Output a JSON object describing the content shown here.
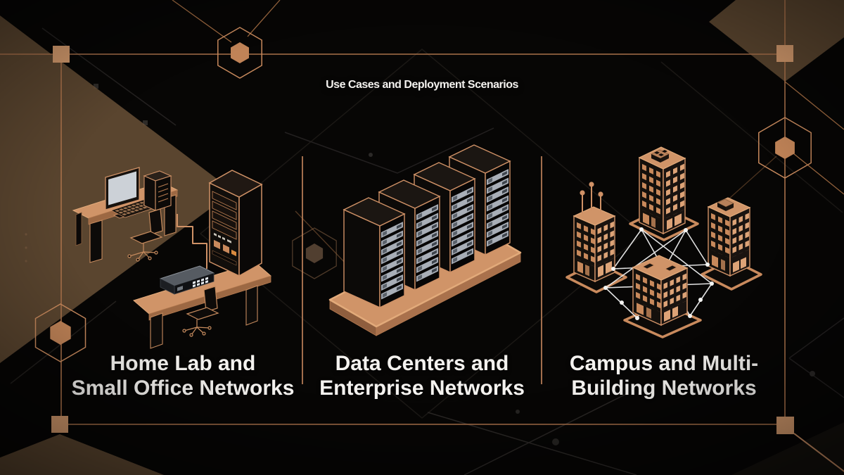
{
  "slide": {
    "title": "Use Cases and Deployment Scenarios",
    "columns": [
      {
        "id": "home-lab",
        "label_line1": "Home Lab and",
        "label_line2": "Small Office Networks",
        "illustration_icon": "isometric-desks-monitor-switch-server-tower-icon"
      },
      {
        "id": "data-center",
        "label_line1": "Data Centers and",
        "label_line2": "Enterprise Networks",
        "illustration_icon": "isometric-server-rack-row-icon"
      },
      {
        "id": "campus",
        "label_line1": "Campus and Multi-",
        "label_line2": "Building Networks",
        "illustration_icon": "isometric-buildings-mesh-network-icon"
      }
    ],
    "decor": {
      "hexagon_icons": [
        "hexagon-top-left",
        "hexagon-right",
        "hexagon-bottom-left",
        "hexagon-center-faint"
      ],
      "corner_nodes": 4
    },
    "colors": {
      "background": "#070605",
      "copper": "#cf9166",
      "copper_fill": "#d09468",
      "copper_dark": "#9c6843",
      "frame": "#a9714a",
      "text": "#f4f2ef",
      "mesh_white": "#ececec",
      "screen_gray": "#ccd1d7",
      "server_slat": "#a8aeb7"
    }
  }
}
